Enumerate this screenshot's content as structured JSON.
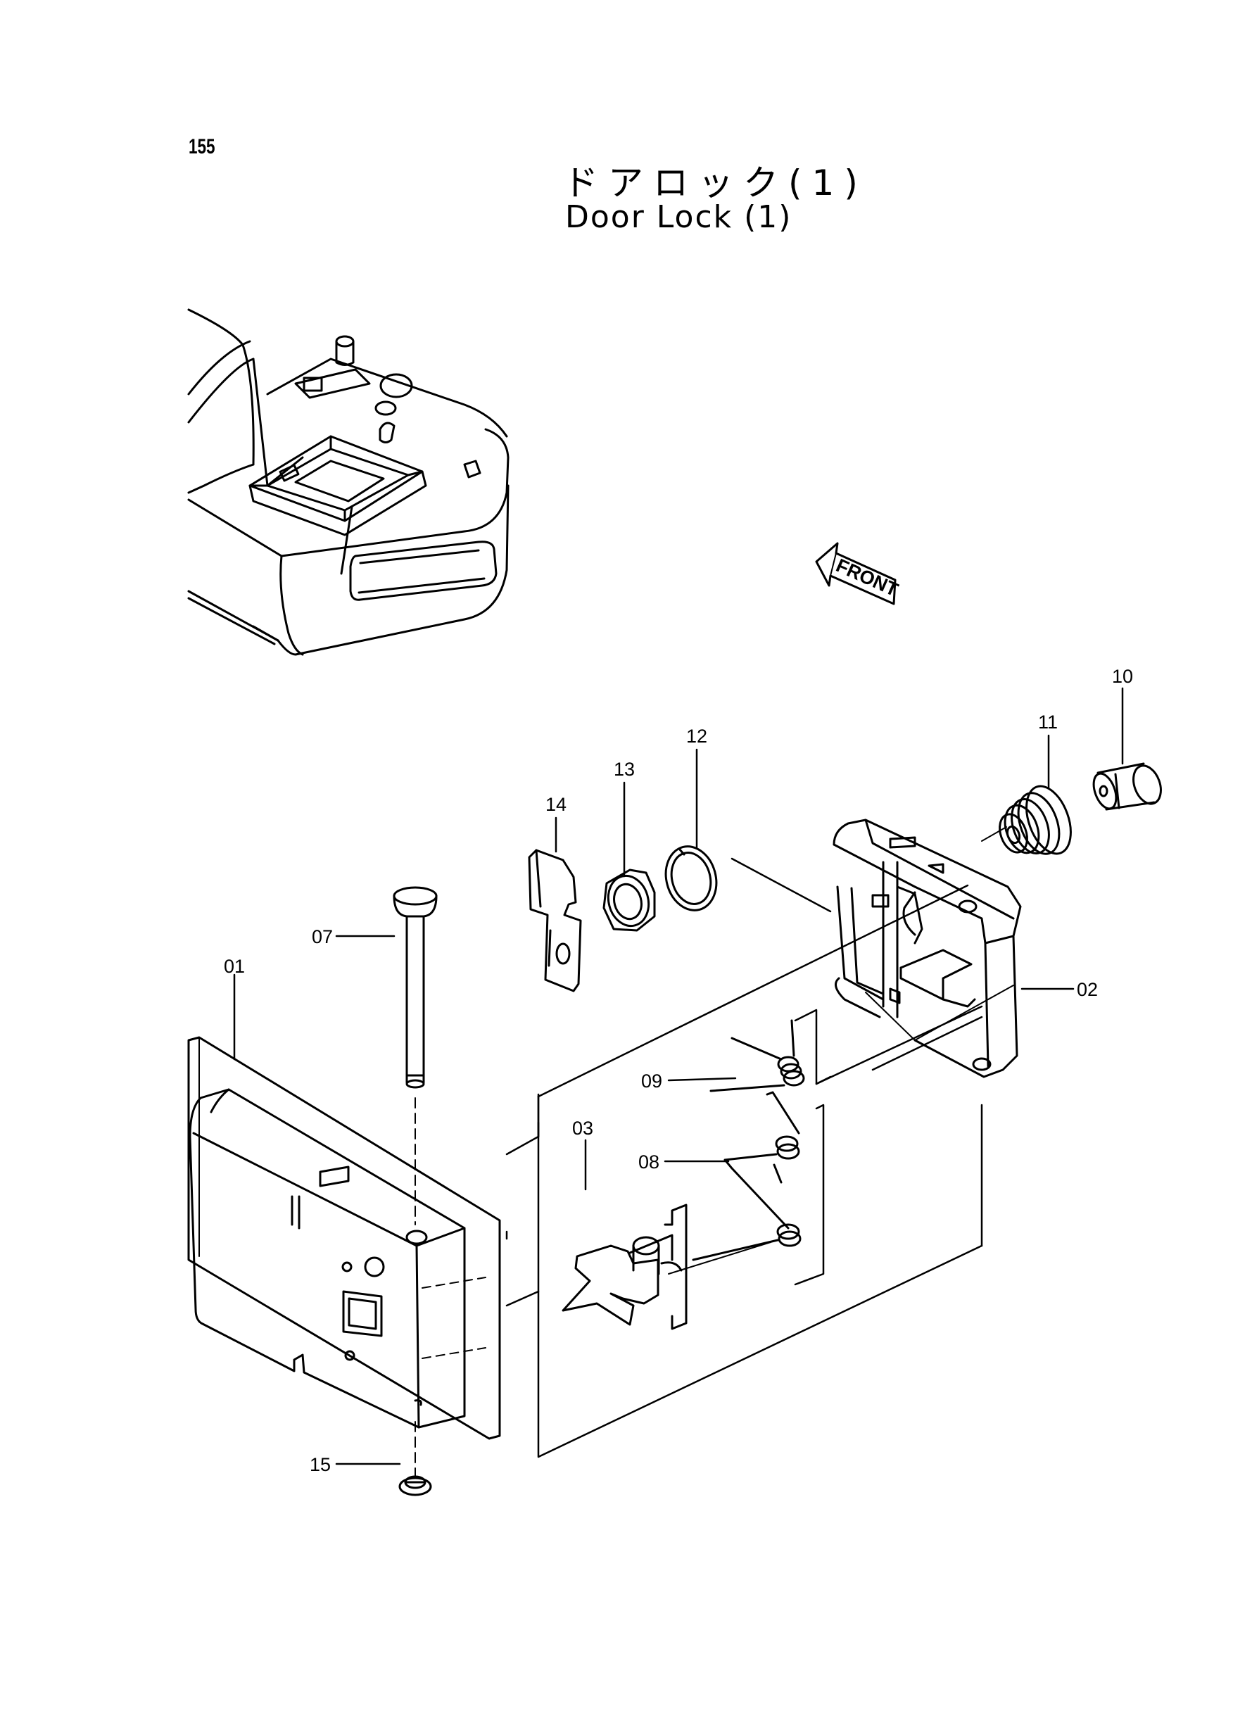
{
  "page": {
    "number": "155",
    "title_ja": "ドアロック(1)",
    "title_en": "Door Lock (1)"
  },
  "front_marker": {
    "label": "FRONT"
  },
  "callouts": [
    {
      "id": "01",
      "label": "01"
    },
    {
      "id": "02",
      "label": "02"
    },
    {
      "id": "03",
      "label": "03"
    },
    {
      "id": "07",
      "label": "07"
    },
    {
      "id": "08",
      "label": "08"
    },
    {
      "id": "09",
      "label": "09"
    },
    {
      "id": "10",
      "label": "10"
    },
    {
      "id": "11",
      "label": "11"
    },
    {
      "id": "12",
      "label": "12"
    },
    {
      "id": "13",
      "label": "13"
    },
    {
      "id": "14",
      "label": "14"
    },
    {
      "id": "15",
      "label": "15"
    }
  ]
}
